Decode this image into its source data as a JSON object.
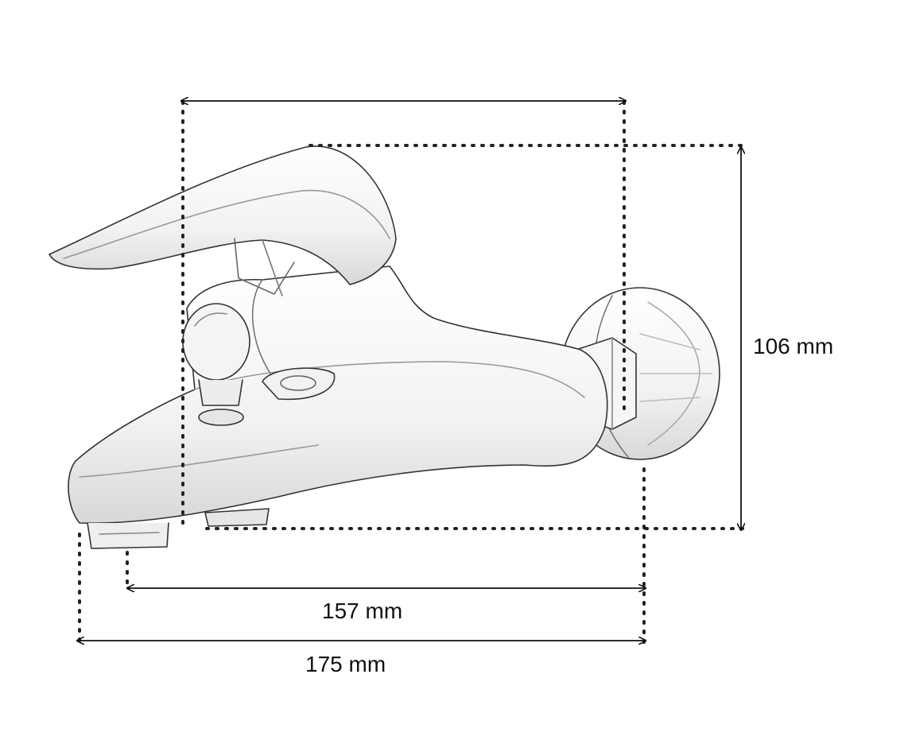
{
  "dimensions": {
    "height_label": "106 mm",
    "inner_width_label": "157 mm",
    "outer_width_label": "175 mm"
  },
  "colors": {
    "line": "#111111",
    "dots": "#222222",
    "sketch": "#333333",
    "shade": "#9a9a9a"
  }
}
